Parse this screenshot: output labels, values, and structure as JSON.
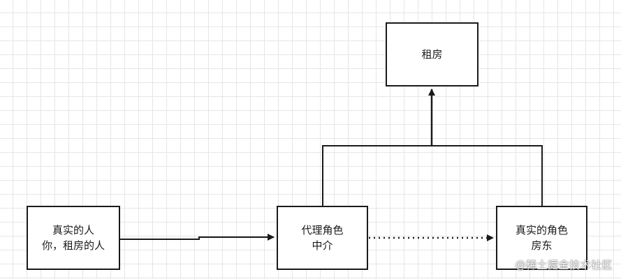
{
  "nodes": {
    "rent": {
      "label": "租房"
    },
    "real_person": {
      "line1": "真实的人",
      "line2": "你，租房的人"
    },
    "proxy": {
      "line1": "代理角色",
      "line2": "中介"
    },
    "landlord": {
      "line1": "真实的角色",
      "line2": "房东"
    }
  },
  "watermark": "@稀土掘金技术社区",
  "colors": {
    "line": "#1a1a1a",
    "grid": "#e6e6e6",
    "background": "#ffffff"
  }
}
